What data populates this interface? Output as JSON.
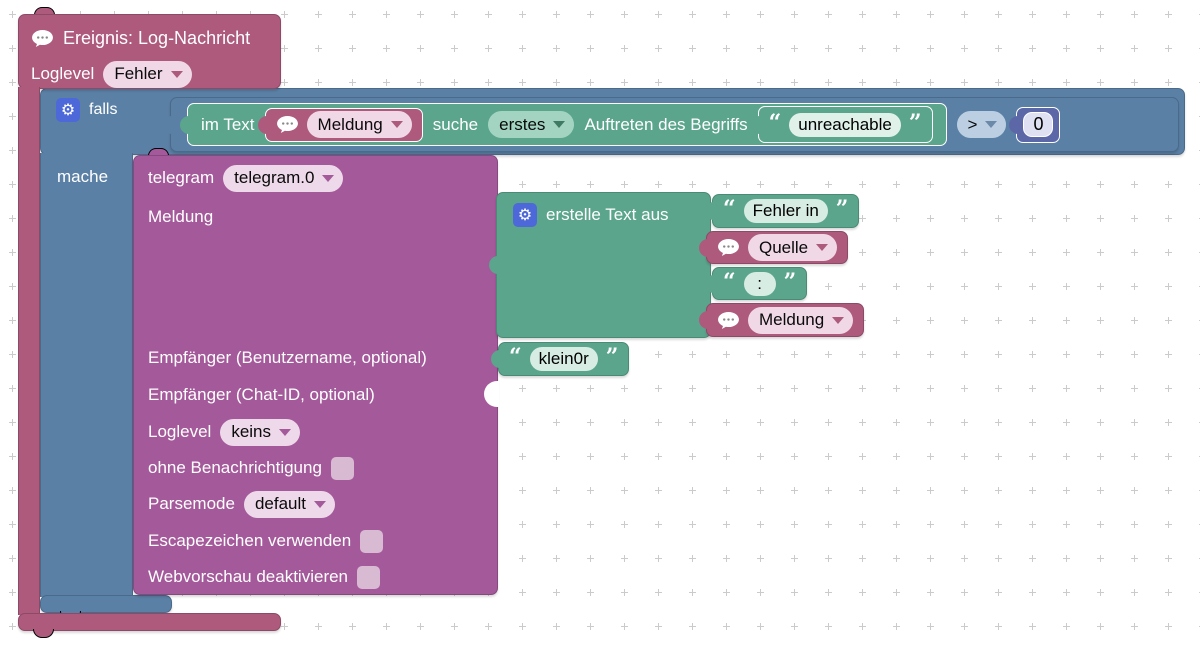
{
  "quotes": {
    "open": "“",
    "close": "”"
  },
  "event": {
    "title": "Ereignis: Log-Nachricht",
    "loglevel_label": "Loglevel",
    "loglevel_value": "Fehler"
  },
  "logic": {
    "if_label": "falls",
    "do_label": "mache",
    "operator": ">",
    "number": "0"
  },
  "condition": {
    "prefix": "im Text",
    "variable": "Meldung",
    "search_label": "suche",
    "occurrence": "erstes",
    "suffix": "Auftreten des Begriffs",
    "term": "unreachable"
  },
  "text_join": {
    "label": "erstelle Text aus",
    "item_1": "Fehler in",
    "item_2_variable": "Quelle",
    "item_3": ":",
    "item_4_variable": "Meldung"
  },
  "telegram": {
    "instance_label": "telegram",
    "instance_value": "telegram.0",
    "message_label": "Meldung",
    "recipient_user_label": "Empfänger (Benutzername, optional)",
    "recipient_user_value": "klein0r",
    "recipient_chat_label": "Empfänger (Chat-ID, optional)",
    "loglevel_label": "Loglevel",
    "loglevel_value": "keins",
    "notification_label": "ohne Benachrichtigung",
    "notification_checked": false,
    "parsemode_label": "Parsemode",
    "parsemode_value": "default",
    "escape_label": "Escapezeichen verwenden",
    "escape_checked": false,
    "webpreview_label": "Webvorschau deaktivieren",
    "webpreview_checked": false
  },
  "colors": {
    "event_block": "#ad5a7d",
    "telegram_block": "#a4599a",
    "logic_block": "#5b80a5",
    "text_block": "#5ba58c",
    "number_block": "#5c67a8",
    "gear_icon_bg": "#4d68d8",
    "dropdown_pink": "#f0d8e6",
    "dropdown_purple": "#eed9ea",
    "dropdown_green": "#a3d4c2",
    "dropdown_blue": "#bccfe2",
    "grid_dot": "#cbcbcb"
  }
}
